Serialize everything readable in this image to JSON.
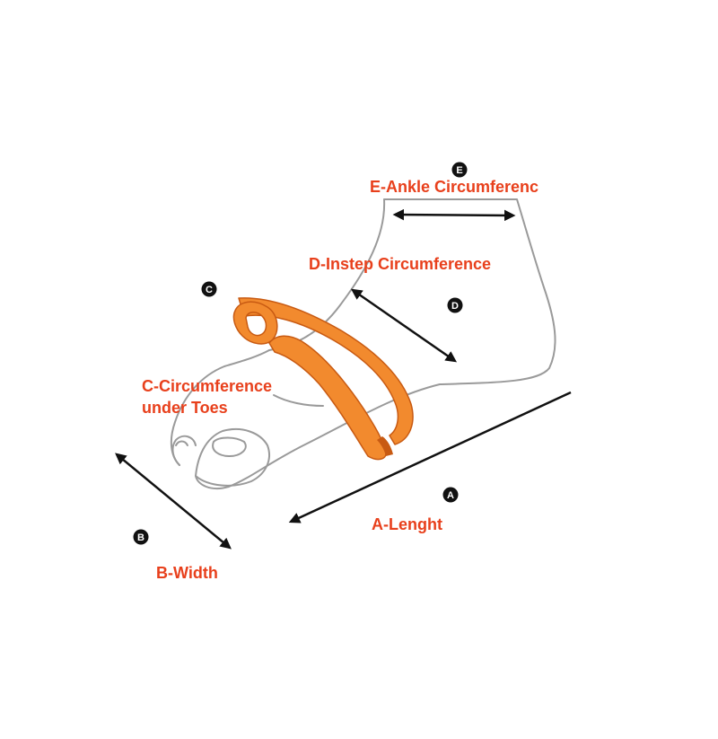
{
  "colors": {
    "label": "#e8401c",
    "outline": "#9a9a9a",
    "band": "#f28a2e",
    "band_dark": "#c85a12",
    "badge": "#111111",
    "arrow": "#111111"
  },
  "labels": {
    "a": "A-Lenght",
    "b": "B-Width",
    "c_line1": "C-Circumference",
    "c_line2": "under Toes",
    "d": "D-Instep Circumference",
    "e": "E-Ankle Circumferenc"
  },
  "badges": {
    "a": "A",
    "b": "B",
    "c": "C",
    "d": "D",
    "e": "E"
  }
}
